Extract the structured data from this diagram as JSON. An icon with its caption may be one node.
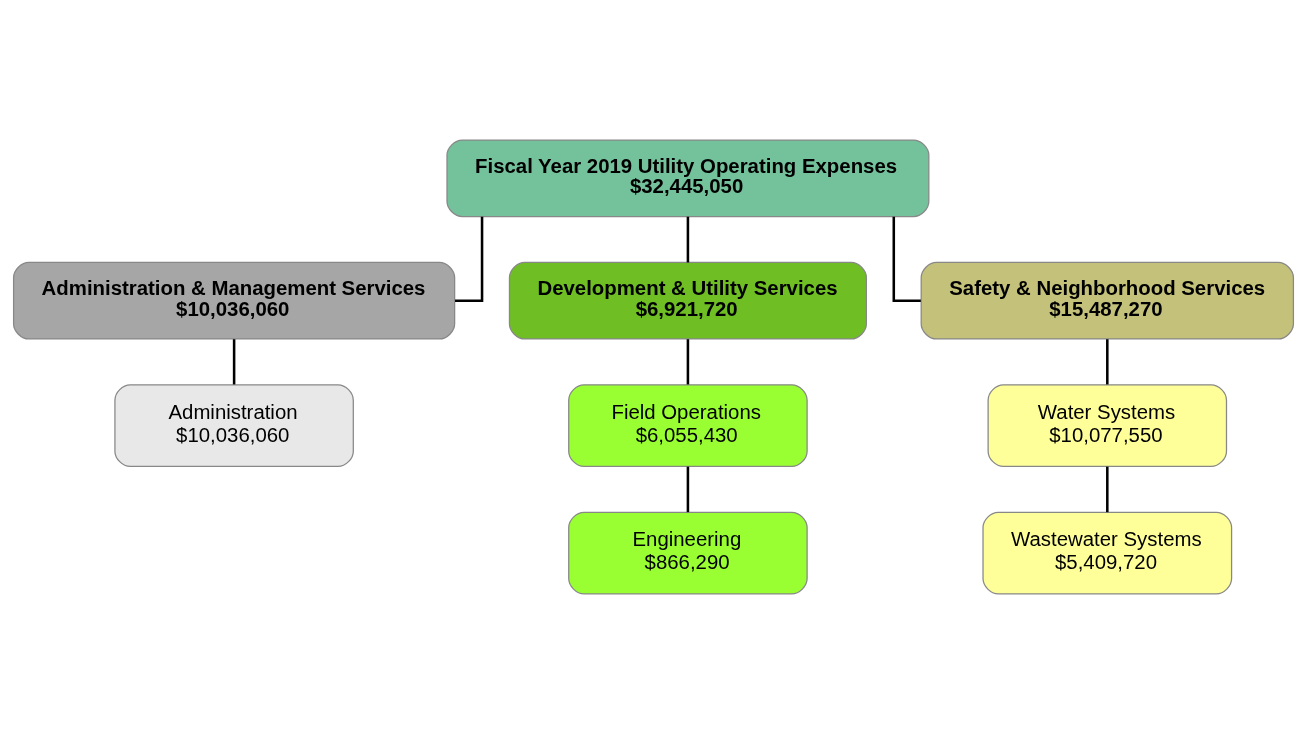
{
  "diagram": {
    "nodes": [
      {
        "text": [
          "Fiscal Year 2019 Utility Operating Expenses",
          "$32,445,050"
        ]
      },
      {
        "text": [
          "Administration & Management Services",
          "$10,036,060"
        ]
      },
      {
        "text": [
          "Development & Utility Services",
          "$6,921,720"
        ]
      },
      {
        "text": [
          "Safety & Neighborhood Services",
          "$15,487,270"
        ]
      },
      {
        "text": [
          "Administration",
          "$10,036,060"
        ]
      },
      {
        "text": [
          "Field Operations",
          "$6,055,430"
        ]
      },
      {
        "text": [
          "Engineering",
          "$866,290"
        ]
      },
      {
        "text": [
          "Water Systems",
          "$10,077,550"
        ]
      },
      {
        "text": [
          "Wastewater Systems",
          "$5,409,720"
        ]
      }
    ],
    "edges": [
      {
        "from": 0,
        "to": 1,
        "arrow": "none"
      },
      {
        "from": 0,
        "to": 2,
        "arrow": "none"
      },
      {
        "from": 0,
        "to": 3,
        "arrow": "none"
      },
      {
        "from": 1,
        "to": 4,
        "arrow": "none"
      },
      {
        "from": 2,
        "to": 5,
        "arrow": "none"
      },
      {
        "from": 5,
        "to": 6,
        "arrow": "none"
      },
      {
        "from": 3,
        "to": 7,
        "arrow": "none"
      },
      {
        "from": 7,
        "to": 8,
        "arrow": "none"
      }
    ]
  }
}
